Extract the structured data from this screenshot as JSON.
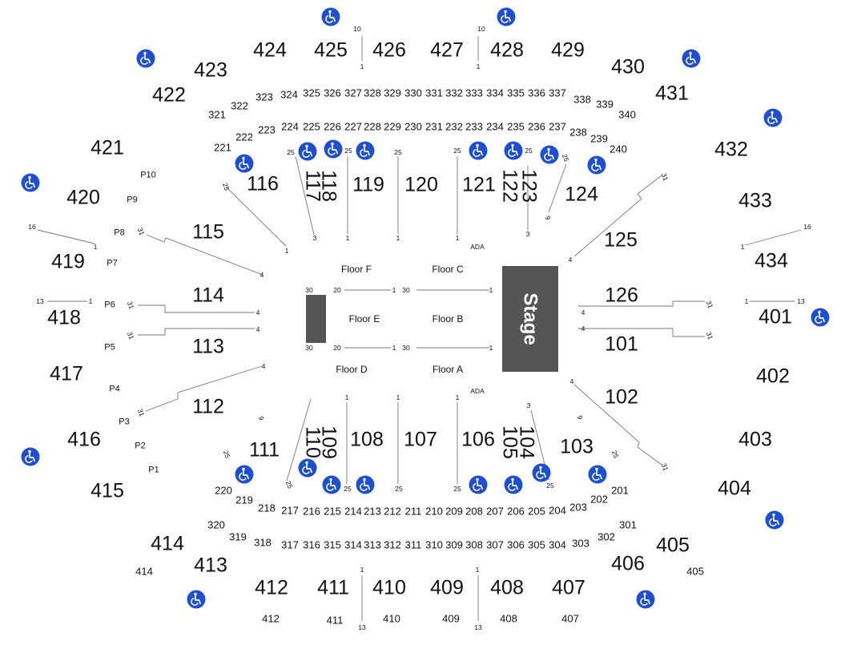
{
  "map": {
    "stage_label": "Stage",
    "floors": [
      "Floor F",
      "Floor C",
      "Floor E",
      "Floor B",
      "Floor D",
      "Floor A"
    ],
    "sections_lower": [
      "101",
      "102",
      "103",
      "104",
      "105",
      "106",
      "107",
      "108",
      "109",
      "110",
      "111",
      "112",
      "113",
      "114",
      "115",
      "116",
      "117",
      "118",
      "119",
      "120",
      "121",
      "122",
      "123",
      "124",
      "125",
      "126"
    ],
    "sections_200": [
      "201",
      "202",
      "203",
      "204",
      "205",
      "206",
      "207",
      "208",
      "209",
      "210",
      "211",
      "212",
      "213",
      "214",
      "215",
      "216",
      "217",
      "218",
      "219",
      "220",
      "221",
      "222",
      "223",
      "224",
      "225",
      "226",
      "227",
      "228",
      "229",
      "230",
      "231",
      "232",
      "233",
      "234",
      "235",
      "236",
      "237",
      "238",
      "239",
      "240"
    ],
    "sections_300": [
      "301",
      "302",
      "303",
      "304",
      "305",
      "306",
      "307",
      "308",
      "309",
      "310",
      "311",
      "312",
      "313",
      "314",
      "315",
      "316",
      "317",
      "318",
      "319",
      "320",
      "321",
      "322",
      "323",
      "324",
      "325",
      "326",
      "327",
      "328",
      "329",
      "330",
      "331",
      "332",
      "333",
      "334",
      "335",
      "336",
      "337",
      "338",
      "339",
      "340"
    ],
    "sections_400": [
      "401",
      "402",
      "403",
      "404",
      "405",
      "406",
      "407",
      "408",
      "409",
      "410",
      "411",
      "412",
      "413",
      "414",
      "415",
      "416",
      "417",
      "418",
      "419",
      "420",
      "421",
      "422",
      "423",
      "424",
      "425",
      "426",
      "427",
      "428",
      "429",
      "430",
      "431",
      "432",
      "433",
      "434"
    ],
    "pit_sections": [
      "P1",
      "P2",
      "P3",
      "P4",
      "P5",
      "P6",
      "P7",
      "P8",
      "P9",
      "P10"
    ],
    "ada_label": "ADA",
    "accessible_icon": "wheelchair-icon",
    "colors": {
      "accessible": "#1f4fd1",
      "stage": "#555555"
    }
  }
}
